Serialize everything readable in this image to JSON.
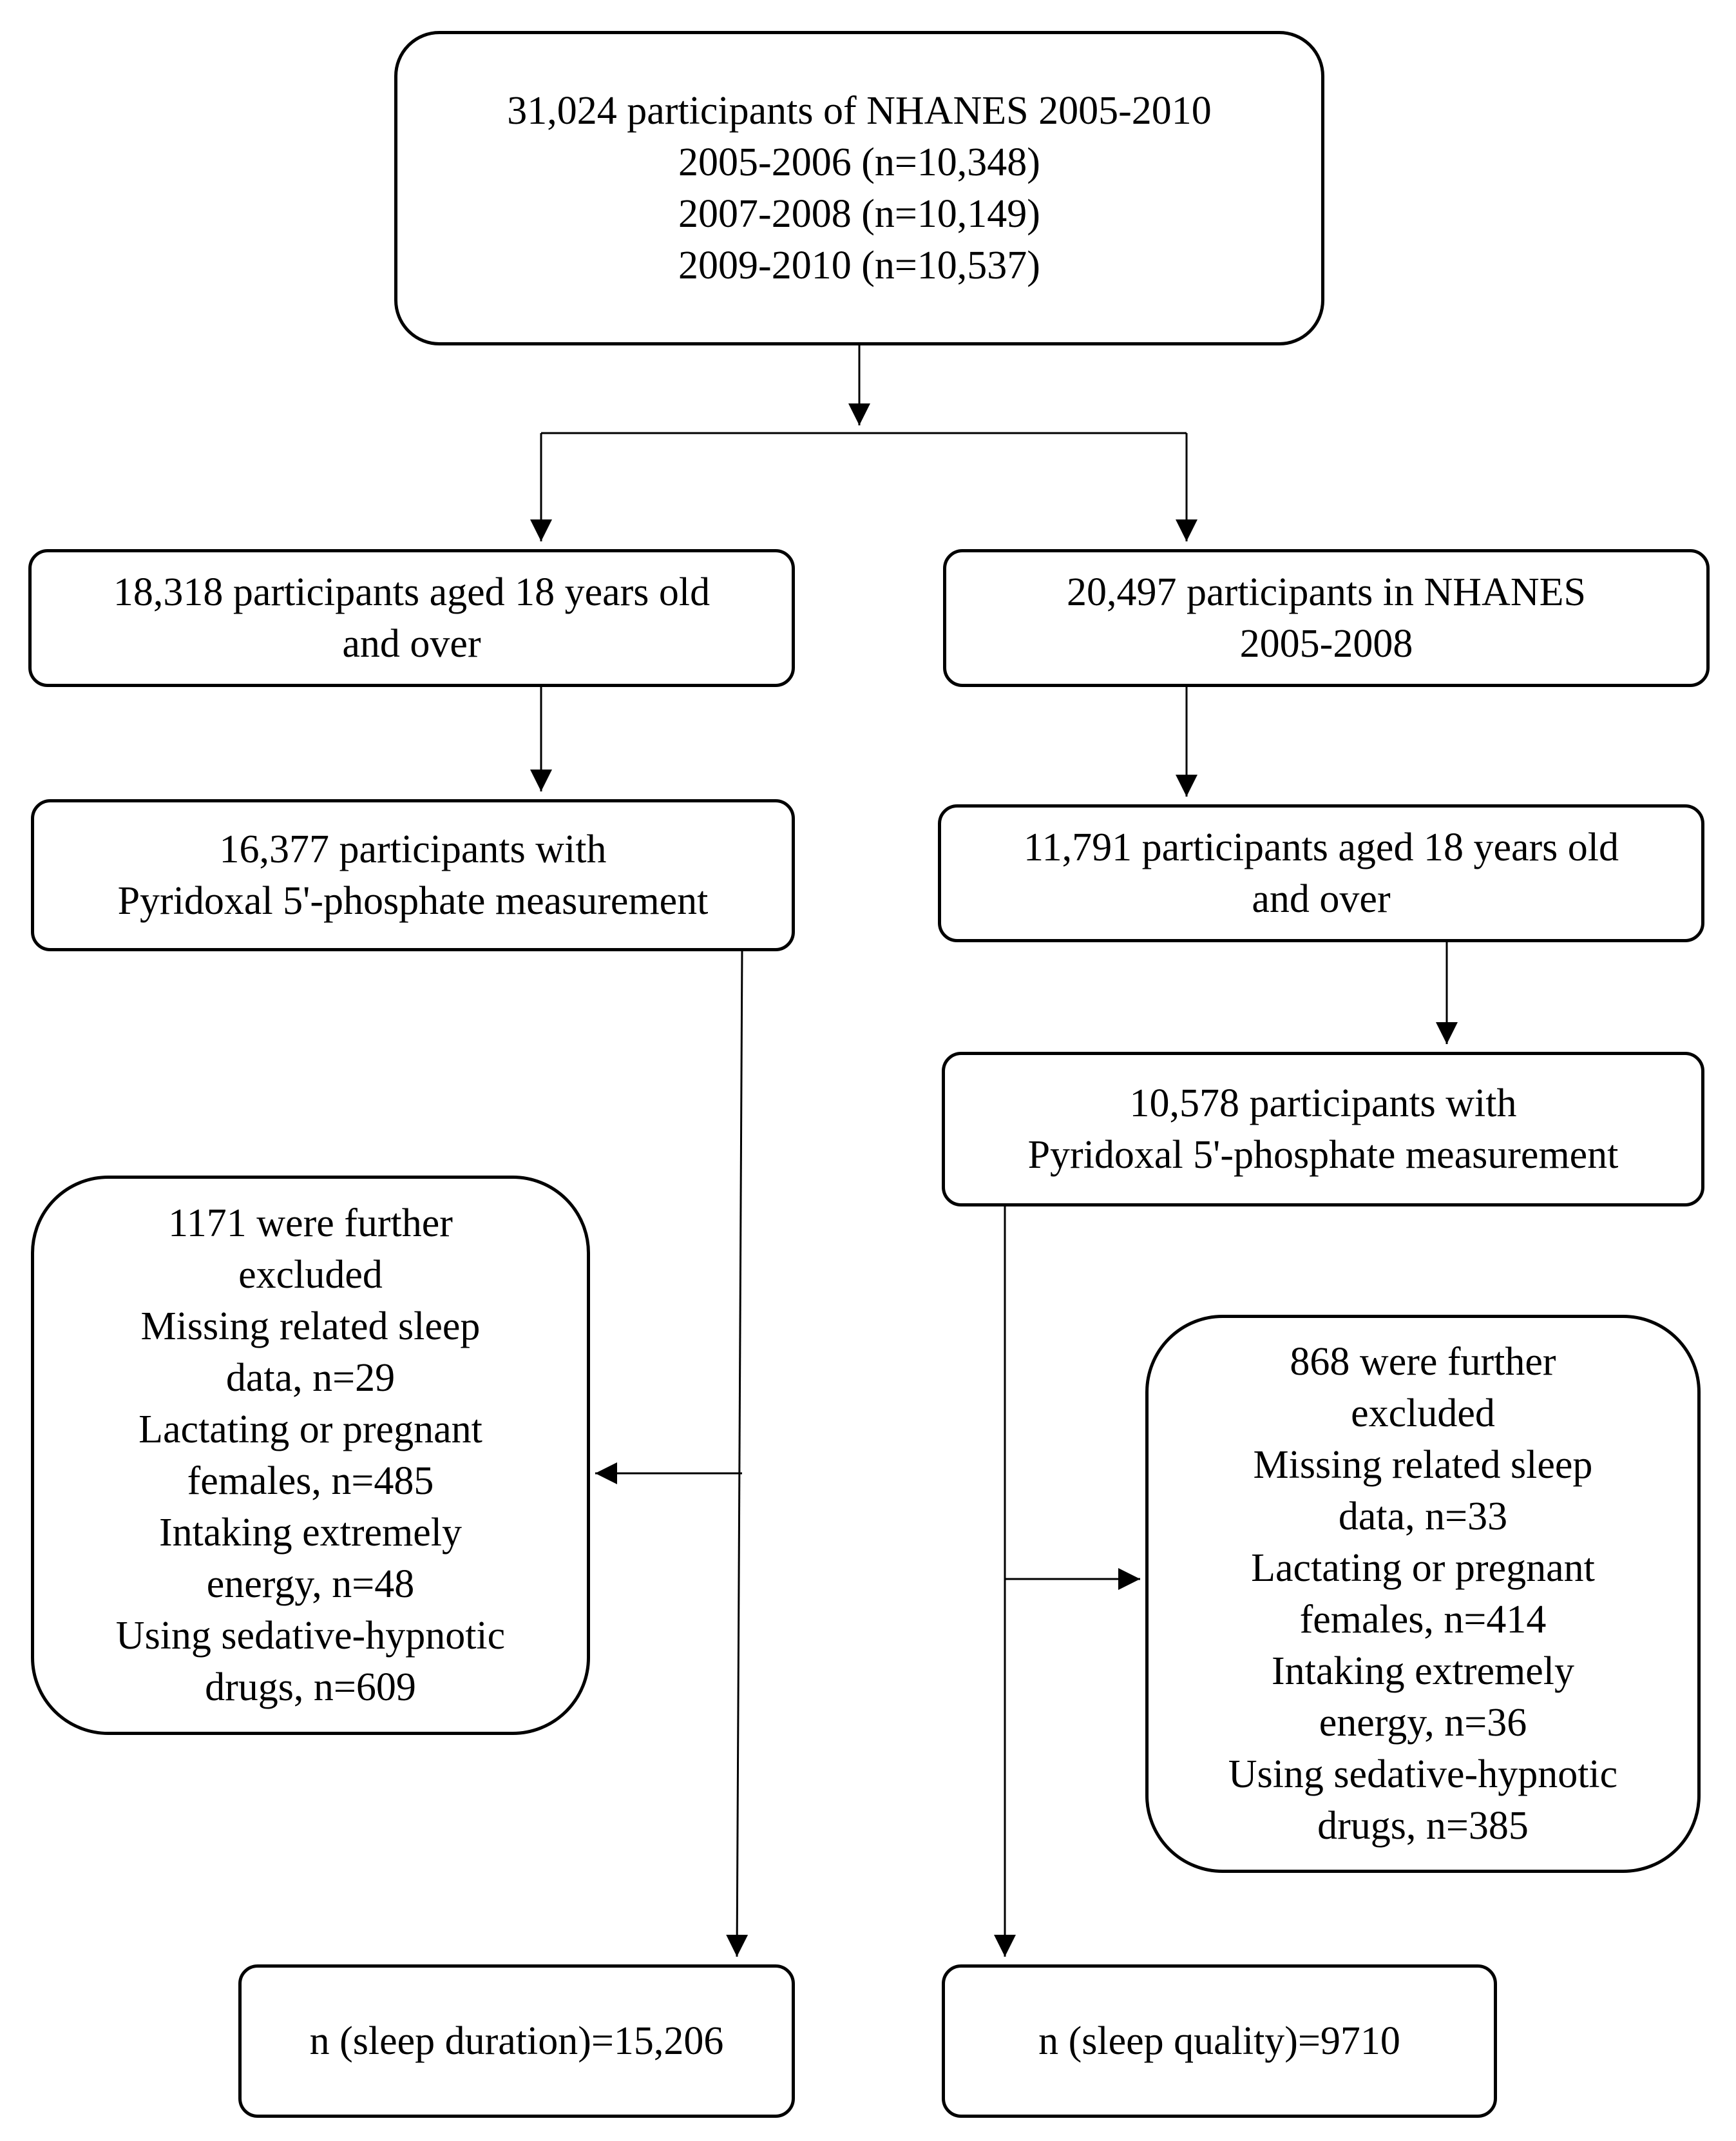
{
  "boxes": [
    {
      "id": "b0",
      "name": "start-box-nhanes-2005-2010",
      "lines": [
        "31,024 participants of NHANES 2005-2010",
        "2005-2006 (n=10,348)",
        "2007-2008 (n=10,149)",
        "2009-2010 (n=10,537)"
      ]
    },
    {
      "id": "b1",
      "name": "left-box-aged-18",
      "lines": [
        "18,318 participants aged 18 years old",
        "and over"
      ]
    },
    {
      "id": "b2",
      "name": "right-box-nhanes-2005-2008",
      "lines": [
        "20,497 participants in NHANES",
        "2005-2008"
      ]
    },
    {
      "id": "b3",
      "name": "left-box-plp-measurement",
      "lines": [
        "16,377 participants with",
        "Pyridoxal 5'-phosphate measurement"
      ]
    },
    {
      "id": "b4",
      "name": "right-box-aged-18",
      "lines": [
        "11,791 participants aged 18 years old",
        "and over"
      ]
    },
    {
      "id": "b5",
      "name": "right-box-plp-measurement",
      "lines": [
        "10,578 participants with",
        "Pyridoxal 5'-phosphate measurement"
      ]
    },
    {
      "id": "b6",
      "name": "left-exclusion-box",
      "lines": [
        "1171 were further",
        "excluded",
        "Missing related sleep",
        "data, n=29",
        "Lactating or pregnant",
        "females, n=485",
        "Intaking extremely",
        "energy, n=48",
        "Using sedative-hypnotic",
        "drugs, n=609"
      ]
    },
    {
      "id": "b7",
      "name": "right-exclusion-box",
      "lines": [
        "868 were further",
        "excluded",
        "Missing related sleep",
        "data, n=33",
        "Lactating or pregnant",
        "females, n=414",
        "Intaking extremely",
        "energy, n=36",
        "Using sedative-hypnotic",
        "drugs, n=385"
      ]
    },
    {
      "id": "b8",
      "name": "final-box-sleep-duration",
      "lines": [
        "n (sleep duration)=15,206"
      ]
    },
    {
      "id": "b9",
      "name": "final-box-sleep-quality",
      "lines": [
        "n (sleep quality)=9710"
      ]
    }
  ]
}
